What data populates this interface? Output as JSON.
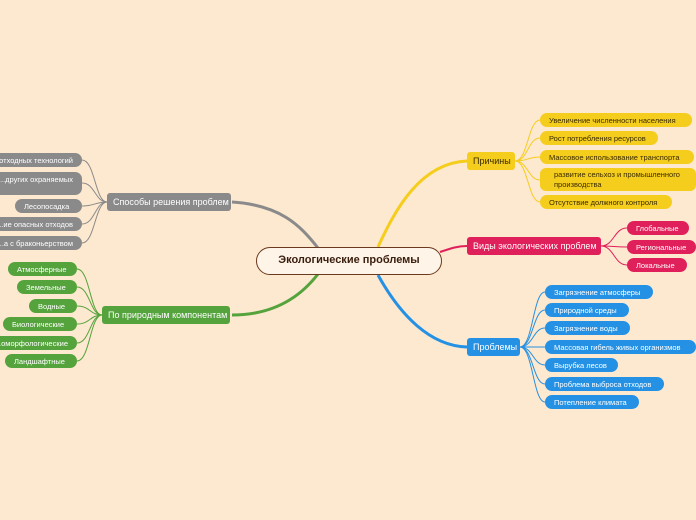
{
  "central": {
    "title": "Экологические проблемы"
  },
  "colors": {
    "background": "#fde8d0",
    "gray": "#8a8a8a",
    "green": "#55a33c",
    "yellow": "#f5cd1d",
    "red": "#e0205a",
    "blue": "#2591e4",
    "central_border": "#6b3a1e"
  },
  "branches": {
    "ways": {
      "label": "Способы решения проблем",
      "items": [
        "...отходных технологий",
        "...других охраняемых",
        "Лесопосадка",
        "...ие опасных отходов",
        "...а с браконьерством"
      ]
    },
    "components": {
      "label": "По природным компонентам",
      "items": [
        "Атмосферные",
        "Земельные",
        "Водные",
        "Биологические",
        "...оморфологические",
        "Ландшафтные"
      ]
    },
    "causes": {
      "label": "Причины",
      "items": [
        "Увеличение численности населения",
        "Рост потребления ресурсов",
        "Массовое использование транспорта",
        "развитие сельхоз и промышленного производства",
        "Отсутствие должного контроля"
      ]
    },
    "types": {
      "label": "Виды экологических проблем",
      "items": [
        "Глобальные",
        "Региональные",
        "Локальные"
      ]
    },
    "problems": {
      "label": "Проблемы",
      "items": [
        "Загрязнение атмосферы",
        "Природной среды",
        "Загрязнение воды",
        "Массовая гибель живых организмов",
        "Вырубка лесов",
        "Проблема выброса отходов",
        "Потепление климата"
      ]
    }
  }
}
